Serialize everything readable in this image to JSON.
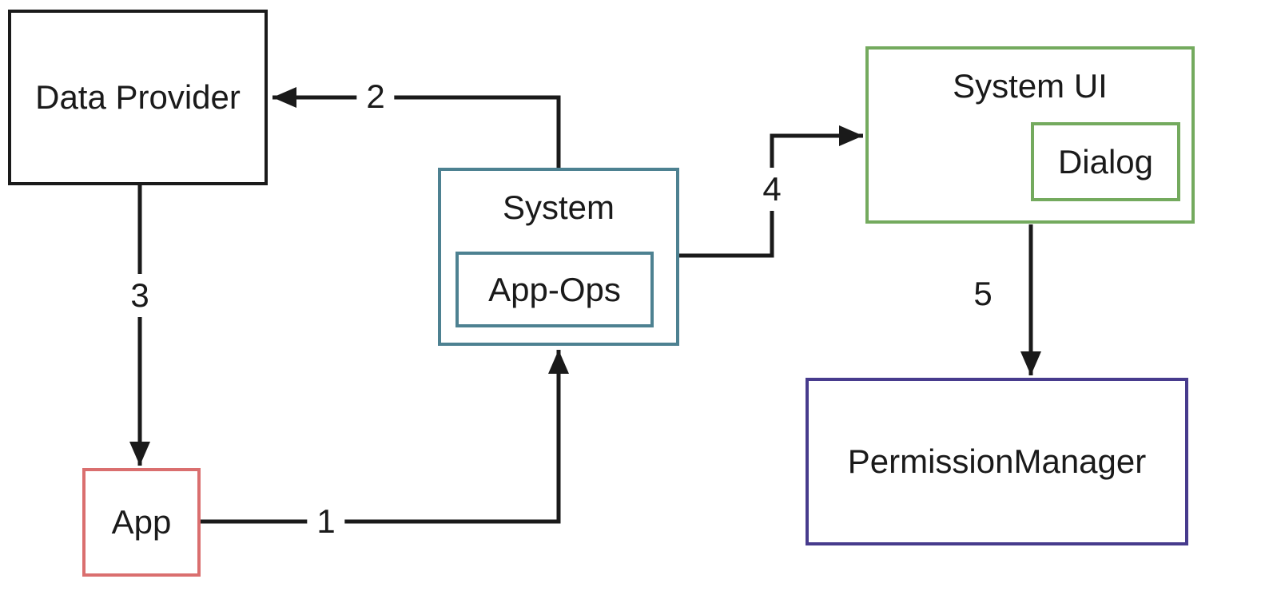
{
  "nodes": {
    "data_provider": {
      "label": "Data Provider",
      "border_color": "#1a1a1a"
    },
    "app": {
      "label": "App",
      "border_color": "#da6f6f"
    },
    "system": {
      "label": "System",
      "border_color": "#4d8191",
      "inner": {
        "label": "App-Ops"
      }
    },
    "system_ui": {
      "label": "System UI",
      "border_color": "#74aa5e",
      "inner": {
        "label": "Dialog"
      }
    },
    "permission_manager": {
      "label": "PermissionManager",
      "border_color": "#473b8d"
    }
  },
  "edges": [
    {
      "label": "1",
      "from": "app",
      "to": "system"
    },
    {
      "label": "2",
      "from": "system",
      "to": "data_provider"
    },
    {
      "label": "3",
      "from": "data_provider",
      "to": "app"
    },
    {
      "label": "4",
      "from": "system",
      "to": "system_ui"
    },
    {
      "label": "5",
      "from": "system_ui",
      "to": "permission_manager"
    }
  ],
  "colors": {
    "line": "#1a1a1a",
    "background": "#ffffff",
    "text": "#1a1a1a"
  }
}
